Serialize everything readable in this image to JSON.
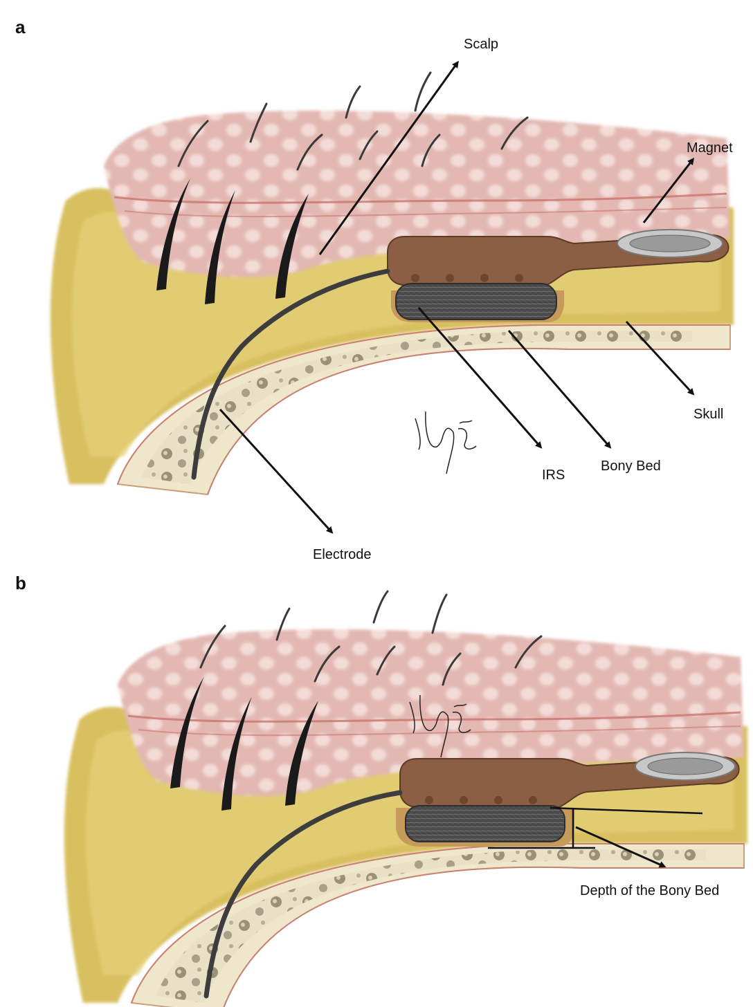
{
  "panels": [
    {
      "letter": "a",
      "labels": {
        "scalp": "Scalp",
        "magnet": "Magnet",
        "skull": "Skull",
        "irs": "IRS",
        "bony_bed": "Bony Bed",
        "electrode": "Electrode"
      }
    },
    {
      "letter": "b",
      "labels": {
        "depth": "Depth of the Bony Bed"
      }
    }
  ],
  "colors": {
    "scalp": "#e3b8b2",
    "scalp_dots": "#f3dcd7",
    "scalp_line": "#c9746e",
    "fat": "#d8c060",
    "skull": "#efe7cc",
    "bone_cells": "#8a826a",
    "implant_body": "#8c5f44",
    "implant_coil": "#4a4a4a",
    "electrode": "#3d3d3d",
    "magnet": "#c8c8c8"
  }
}
